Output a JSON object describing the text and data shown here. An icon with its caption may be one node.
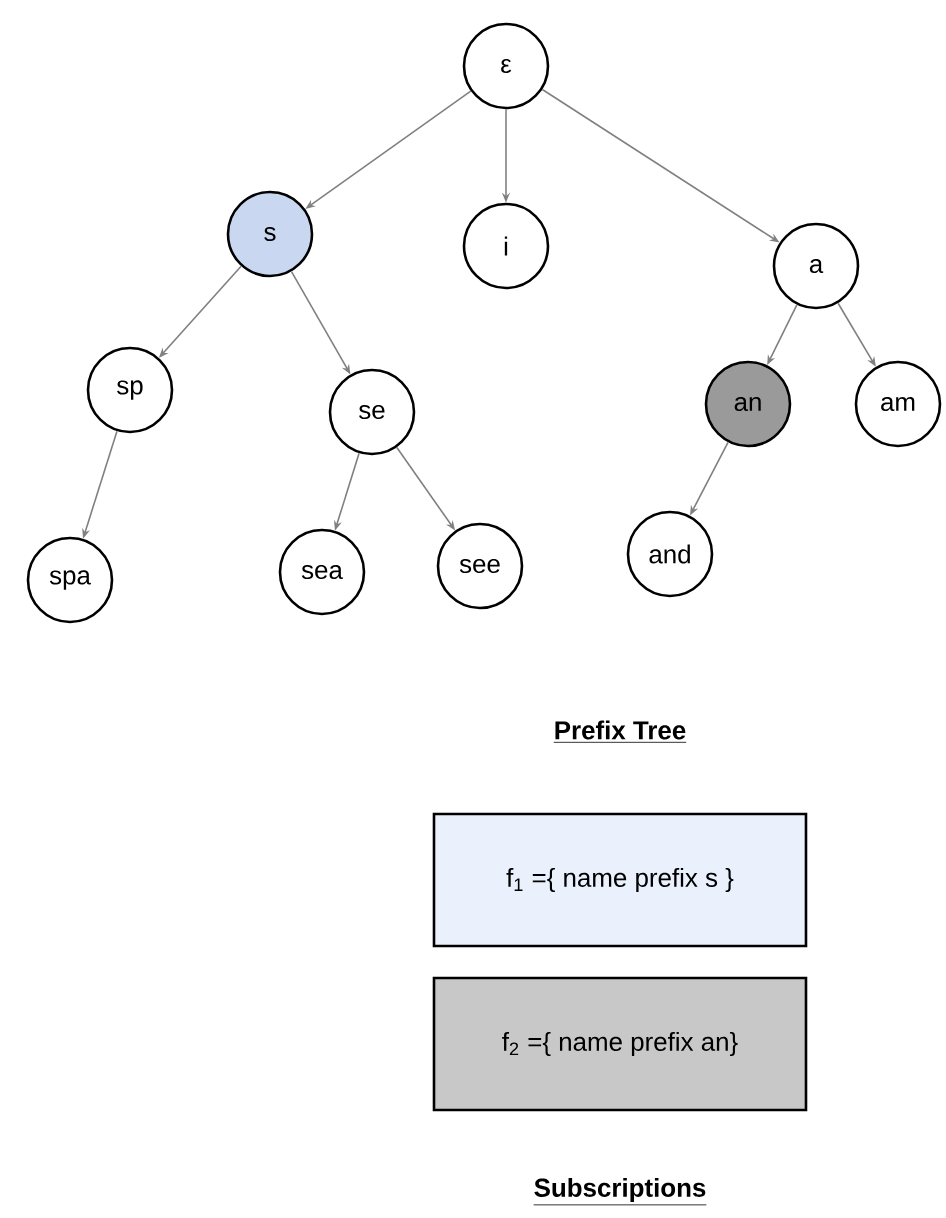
{
  "diagram": {
    "nodes": [
      {
        "text": [
          "ε"
        ]
      },
      {
        "text": [
          "s"
        ]
      },
      {
        "text": [
          "i"
        ]
      },
      {
        "text": [
          "a"
        ]
      },
      {
        "text": [
          "sp"
        ]
      },
      {
        "text": [
          "se"
        ]
      },
      {
        "text": [
          "an"
        ]
      },
      {
        "text": [
          "am"
        ]
      },
      {
        "text": [
          "spa"
        ]
      },
      {
        "text": [
          "sea"
        ]
      },
      {
        "text": [
          "see"
        ]
      },
      {
        "text": [
          "and"
        ]
      },
      {
        "text": [
          "f$_{1}$ ={ name prefix s }"
        ]
      },
      {
        "text": [
          "f$_{2}$ ={ name prefix  an}"
        ]
      }
    ],
    "edges": [
      {
        "from": 0,
        "to": 1,
        "arrow": "to"
      },
      {
        "from": 0,
        "to": 2,
        "arrow": "to"
      },
      {
        "from": 0,
        "to": 3,
        "arrow": "to"
      },
      {
        "from": 1,
        "to": 4,
        "arrow": "to"
      },
      {
        "from": 1,
        "to": 5,
        "arrow": "to"
      },
      {
        "from": 3,
        "to": 6,
        "arrow": "to"
      },
      {
        "from": 3,
        "to": 7,
        "arrow": "to"
      },
      {
        "from": 4,
        "to": 8,
        "arrow": "to"
      },
      {
        "from": 5,
        "to": 9,
        "arrow": "to"
      },
      {
        "from": 5,
        "to": 10,
        "arrow": "to"
      },
      {
        "from": 6,
        "to": 11,
        "arrow": "to"
      }
    ],
    "labels": [
      "Prefix Tree",
      "Subscriptions"
    ]
  }
}
